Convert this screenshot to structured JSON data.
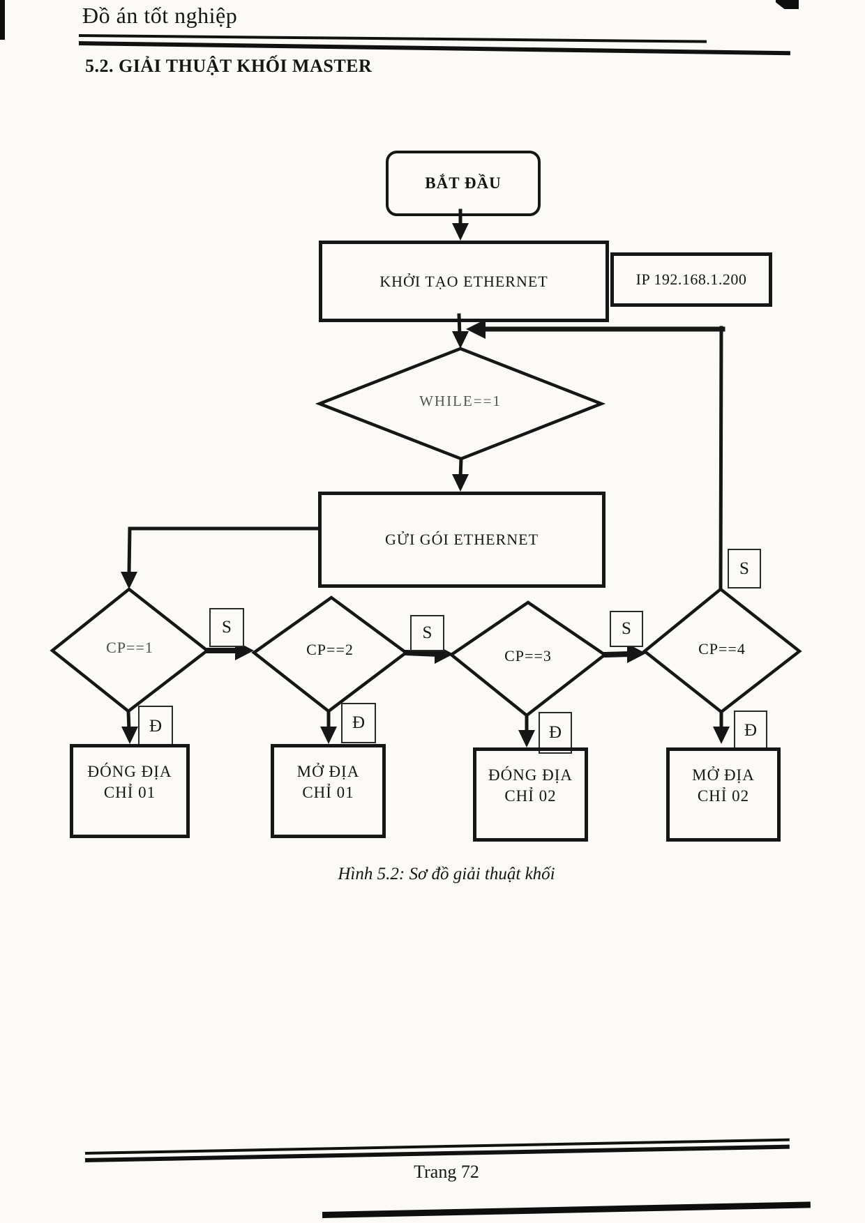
{
  "document": {
    "header": "Đồ án tốt nghiệp",
    "section_title": "5.2. GIẢI THUẬT KHỐI MASTER",
    "figure_caption": "Hình 5.2: Sơ đồ giải thuật khối",
    "page_number": "Trang 72"
  },
  "flowchart": {
    "start_label": "BẮT ĐẦU",
    "init_label": "KHỞI TẠO ETHERNET",
    "ip_label": "IP 192.168.1.200",
    "while_label": "WHILE==1",
    "send_label": "GỬI GÓI ETHERNET",
    "branch_no": "S",
    "branch_yes": "Đ",
    "decisions": [
      "CP==1",
      "CP==2",
      "CP==3",
      "CP==4"
    ],
    "actions": [
      {
        "line1": "ĐÓNG ĐỊA",
        "line2": "CHỈ 01"
      },
      {
        "line1": "MỞ ĐỊA",
        "line2": "CHỈ 01"
      },
      {
        "line1": "ĐÓNG ĐỊA",
        "line2": "CHỈ 02"
      },
      {
        "line1": "MỞ ĐỊA",
        "line2": "CHỈ 02"
      }
    ]
  },
  "colors": {
    "ink": "#151515",
    "paper": "#fbfaf7",
    "faded_text": "#535353"
  }
}
